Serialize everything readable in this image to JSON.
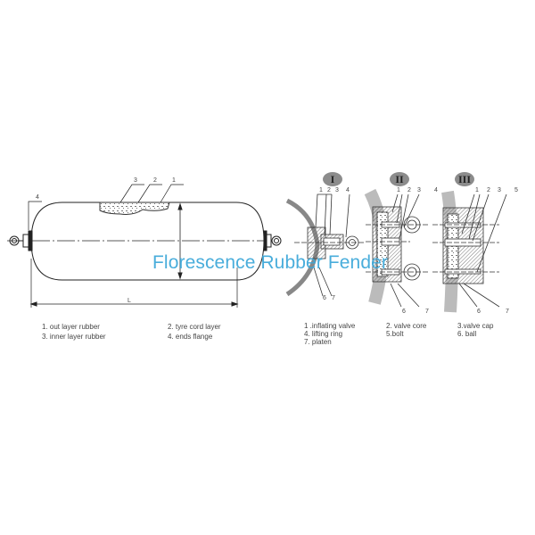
{
  "left_diagram": {
    "callouts": [
      "3",
      "2",
      "1",
      "4"
    ],
    "dimension_label": "L",
    "legend": [
      {
        "text": "1. out layer rubber"
      },
      {
        "text": "2. tyre cord layer"
      },
      {
        "text": "3. inner layer rubber"
      },
      {
        "text": "4. ends flange"
      }
    ]
  },
  "right_diagram": {
    "views": [
      {
        "roman": "I",
        "top_callouts": [
          "1",
          "2",
          "3",
          "4"
        ],
        "bottom_callouts": [
          "6",
          "7"
        ]
      },
      {
        "roman": "II",
        "top_callouts": [
          "1",
          "2",
          "3",
          "4"
        ],
        "bottom_callouts": [
          "6",
          "7"
        ]
      },
      {
        "roman": "III",
        "top_callouts": [
          "1",
          "2",
          "3",
          "5"
        ],
        "bottom_callouts": [
          "6",
          "7"
        ]
      }
    ],
    "legend": [
      {
        "text": "1 .inflating valve"
      },
      {
        "text": "2. valve core"
      },
      {
        "text": "3.valve cap"
      },
      {
        "text": "4.  lifting ring"
      },
      {
        "text": "5.bolt"
      },
      {
        "text": "6.  ball"
      },
      {
        "text": "7.  platen"
      }
    ]
  },
  "watermark": {
    "text": "Florescence Rubber Fender",
    "color": "#3aa7d9"
  }
}
